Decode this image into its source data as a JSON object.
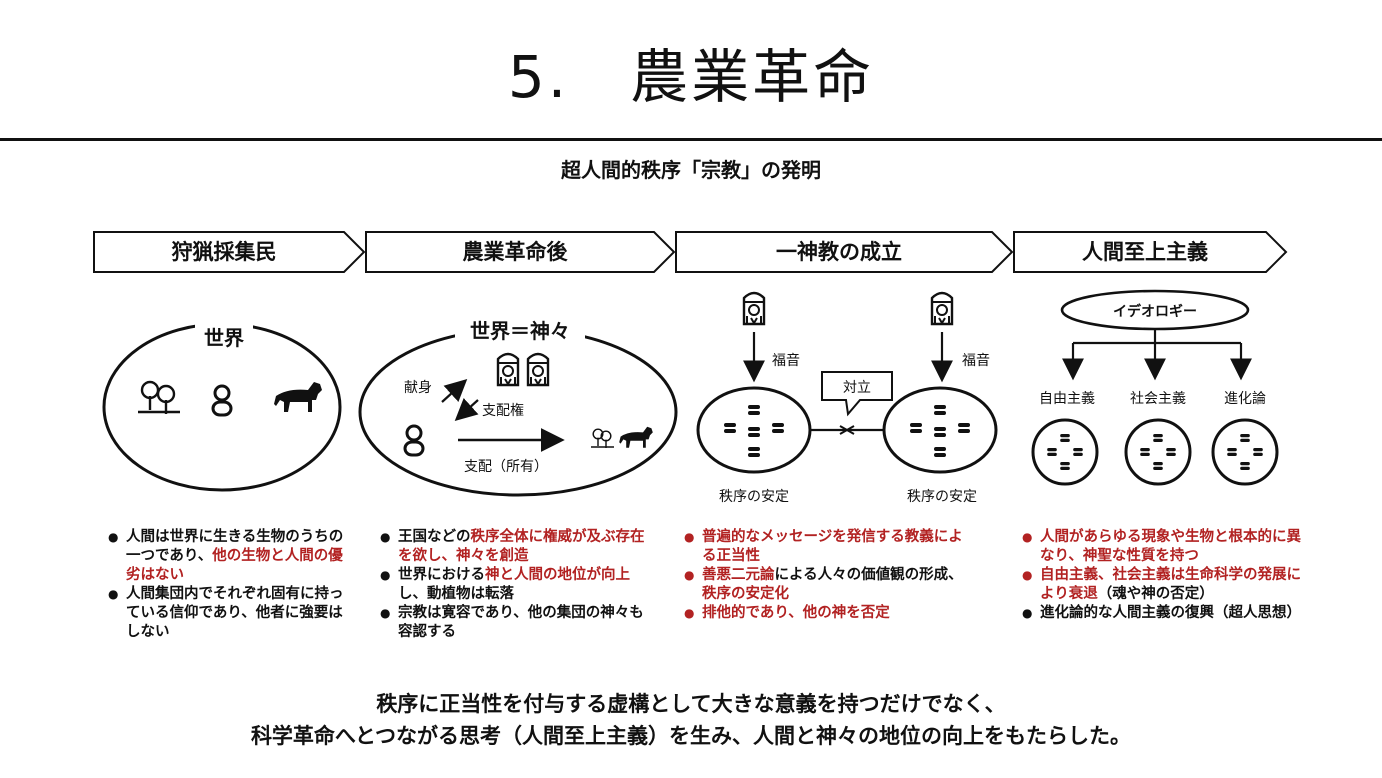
{
  "title": "5.　農業革命",
  "subtitle": "超人間的秩序「宗教」の発明",
  "stages": [
    "狩猟採集民",
    "農業革命後",
    "一神教の成立",
    "人間至上主義"
  ],
  "hunter": {
    "world_label": "世界"
  },
  "agri": {
    "world_label": "世界＝神々",
    "offering": "献身",
    "authority": "支配権",
    "dominion": "支配（所有）"
  },
  "mono": {
    "gospel_left": "福音",
    "gospel_right": "福音",
    "conflict": "対立",
    "stability_left": "秩序の安定",
    "stability_right": "秩序の安定"
  },
  "humanism": {
    "ideology": "イデオロギー",
    "branches": [
      "自由主義",
      "社会主義",
      "進化論"
    ]
  },
  "bullets": {
    "hunter": [
      {
        "parts": [
          {
            "t": "人間は世界に生きる生物のうちの一つであり、"
          },
          {
            "t": "他の生物と人間の優劣はない",
            "red": true
          }
        ]
      },
      {
        "parts": [
          {
            "t": "人間集団内でそれぞれ固有に持っている信仰であり、他者に強要はしない"
          }
        ]
      }
    ],
    "agri": [
      {
        "parts": [
          {
            "t": "王国などの"
          },
          {
            "t": "秩序全体に権威が及ぶ存在を欲し、神々を創造",
            "red": true
          }
        ]
      },
      {
        "parts": [
          {
            "t": "世界における"
          },
          {
            "t": "神と人間の地位が向上",
            "red": true
          },
          {
            "t": "し、動植物は転落"
          }
        ]
      },
      {
        "parts": [
          {
            "t": "宗教は寛容であり、他の集団の神々も容認する"
          }
        ]
      }
    ],
    "mono": [
      {
        "red": true,
        "parts": [
          {
            "t": "普遍的なメッセージを発信する教義による正当性",
            "red": true
          }
        ]
      },
      {
        "red": true,
        "parts": [
          {
            "t": "善悪二元論",
            "red": true
          },
          {
            "t": "による人々の価値観の形成、"
          },
          {
            "t": "秩序の安定化",
            "red": true
          }
        ]
      },
      {
        "red": true,
        "parts": [
          {
            "t": "排他的であり、他の神を否定",
            "red": true
          }
        ]
      }
    ],
    "humanism": [
      {
        "red": true,
        "parts": [
          {
            "t": "人間があらゆる現象や生物と根本的に異なり、神聖な性質を持つ",
            "red": true
          }
        ]
      },
      {
        "red": true,
        "parts": [
          {
            "t": "自由主義、社会主義は生命科学の発展により衰退",
            "red": true
          },
          {
            "t": "（魂や神の否定）"
          }
        ]
      },
      {
        "parts": [
          {
            "t": "進化論的な人間主義の復興（超人思想）"
          }
        ]
      }
    ]
  },
  "conclusion": [
    "秩序に正当性を付与する虚構として大きな意義を持つだけでなく、",
    "科学革命へとつながる思考（人間至上主義）を生み、人間と神々の地位の向上をもたらした。"
  ],
  "colors": {
    "accent_red": "#b22222",
    "ink": "#111111"
  }
}
